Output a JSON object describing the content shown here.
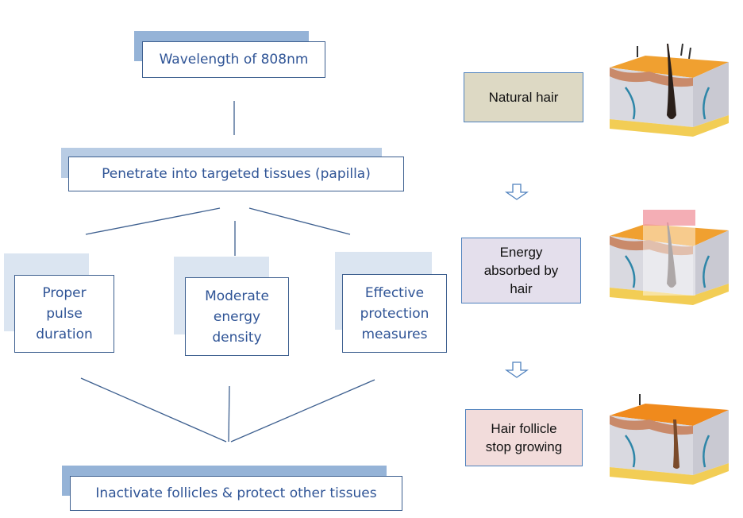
{
  "diagram": {
    "top": {
      "label": "Wavelength of 808nm"
    },
    "second": {
      "label": "Penetrate into targeted tissues (papilla)"
    },
    "factors": [
      {
        "label": "Proper pulse duration",
        "lines": [
          "Proper",
          "pulse",
          "duration"
        ]
      },
      {
        "label": "Moderate energy density",
        "lines": [
          "Moderate",
          "energy",
          "density"
        ]
      },
      {
        "label": "Effective protection measures",
        "lines": [
          "Effective",
          "protection",
          "measures"
        ]
      }
    ],
    "result": {
      "label": "Inactivate follicles & protect other tissues"
    }
  },
  "process": {
    "steps": [
      {
        "label": "Natural hair",
        "lines": [
          "Natural hair"
        ],
        "color": "#ddd9c4",
        "image": "skin-natural-hair-illustration"
      },
      {
        "label": "Energy absorbed by hair",
        "lines": [
          "Energy",
          "absorbed by",
          "hair"
        ],
        "color": "#e4dfec",
        "image": "skin-laser-energy-illustration"
      },
      {
        "label": "Hair follicle stop growing",
        "lines": [
          "Hair follicle",
          "stop growing"
        ],
        "color": "#f2dcdb",
        "image": "skin-follicle-stopped-illustration"
      }
    ],
    "arrow_icon": "down-arrow-outline-icon"
  },
  "colors": {
    "box_border": "#3d5f8f",
    "text": "#2f5496",
    "shadow_dark": "#95b3d7",
    "shadow_light": "#dbe5f1"
  }
}
